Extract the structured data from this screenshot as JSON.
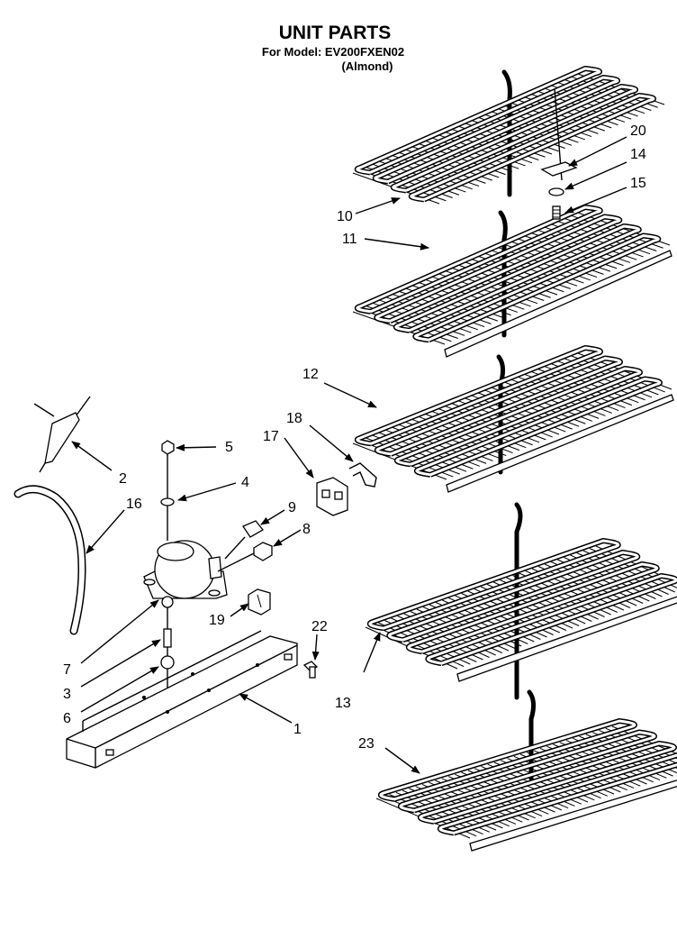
{
  "header": {
    "title": "UNIT PARTS",
    "model_line": "For Model: EV200FXEN02",
    "color_line": "(Almond)"
  },
  "callouts": {
    "c1": "1",
    "c2": "2",
    "c3": "3",
    "c4": "4",
    "c5": "5",
    "c6": "6",
    "c7": "7",
    "c8": "8",
    "c9": "9",
    "c10": "10",
    "c11": "11",
    "c12": "12",
    "c13": "13",
    "c14": "14",
    "c15": "15",
    "c16": "16",
    "c17": "17",
    "c18": "18",
    "c19": "19",
    "c20": "20",
    "c22": "22",
    "c23": "23"
  }
}
